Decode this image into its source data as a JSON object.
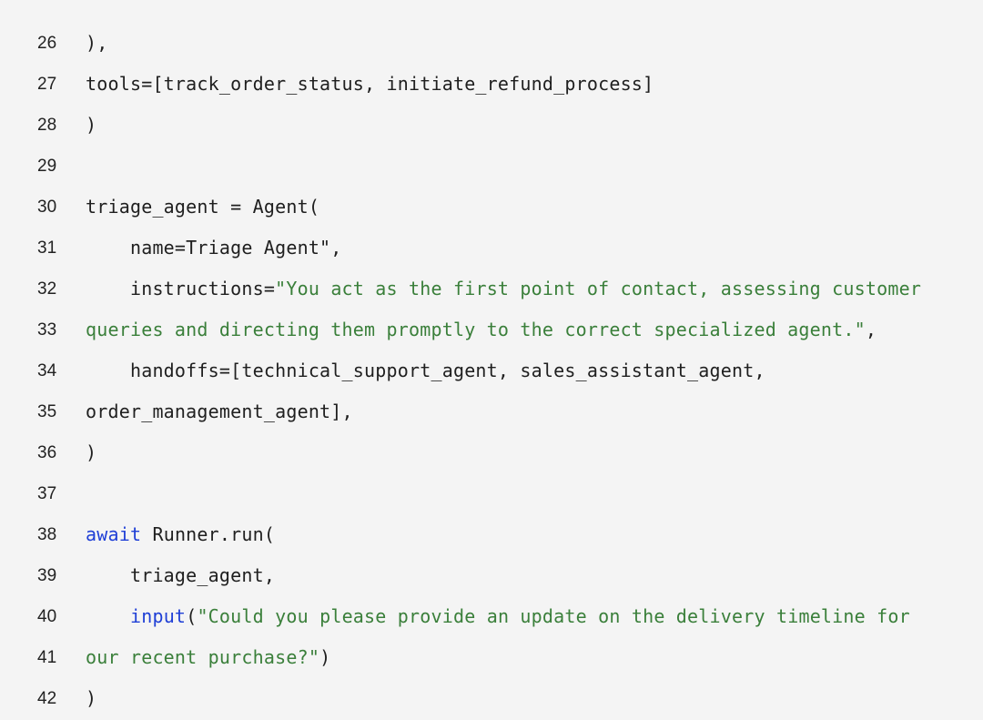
{
  "lines": [
    {
      "num": "26",
      "tokens": [
        {
          "t": "plain",
          "v": "),"
        }
      ]
    },
    {
      "num": "27",
      "tokens": [
        {
          "t": "plain",
          "v": "tools=[track_order_status, initiate_refund_process]"
        }
      ]
    },
    {
      "num": "28",
      "tokens": [
        {
          "t": "plain",
          "v": ")"
        }
      ]
    },
    {
      "num": "29",
      "tokens": []
    },
    {
      "num": "30",
      "tokens": [
        {
          "t": "plain",
          "v": "triage_agent = Agent("
        }
      ]
    },
    {
      "num": "31",
      "tokens": [
        {
          "t": "plain",
          "v": "    name=Triage Agent\","
        }
      ]
    },
    {
      "num": "32",
      "tokens": [
        {
          "t": "plain",
          "v": "    instructions="
        },
        {
          "t": "str",
          "v": "\"You act as the first point of contact, assessing customer"
        }
      ]
    },
    {
      "num": "33",
      "tokens": [
        {
          "t": "str",
          "v": "queries and directing them promptly to the correct specialized agent.\""
        },
        {
          "t": "plain",
          "v": ","
        }
      ]
    },
    {
      "num": "34",
      "tokens": [
        {
          "t": "plain",
          "v": "    handoffs=[technical_support_agent, sales_assistant_agent,"
        }
      ]
    },
    {
      "num": "35",
      "tokens": [
        {
          "t": "plain",
          "v": "order_management_agent],"
        }
      ]
    },
    {
      "num": "36",
      "tokens": [
        {
          "t": "plain",
          "v": ")"
        }
      ]
    },
    {
      "num": "37",
      "tokens": []
    },
    {
      "num": "38",
      "tokens": [
        {
          "t": "kw",
          "v": "await"
        },
        {
          "t": "plain",
          "v": " Runner.run("
        }
      ]
    },
    {
      "num": "39",
      "tokens": [
        {
          "t": "plain",
          "v": "    triage_agent,"
        }
      ]
    },
    {
      "num": "40",
      "tokens": [
        {
          "t": "plain",
          "v": "    "
        },
        {
          "t": "kw",
          "v": "input"
        },
        {
          "t": "plain",
          "v": "("
        },
        {
          "t": "str",
          "v": "\"Could you please provide an update on the delivery timeline for"
        }
      ]
    },
    {
      "num": "41",
      "tokens": [
        {
          "t": "str",
          "v": "our recent purchase?\""
        },
        {
          "t": "plain",
          "v": ")"
        }
      ]
    },
    {
      "num": "42",
      "tokens": [
        {
          "t": "plain",
          "v": ")"
        }
      ]
    }
  ]
}
